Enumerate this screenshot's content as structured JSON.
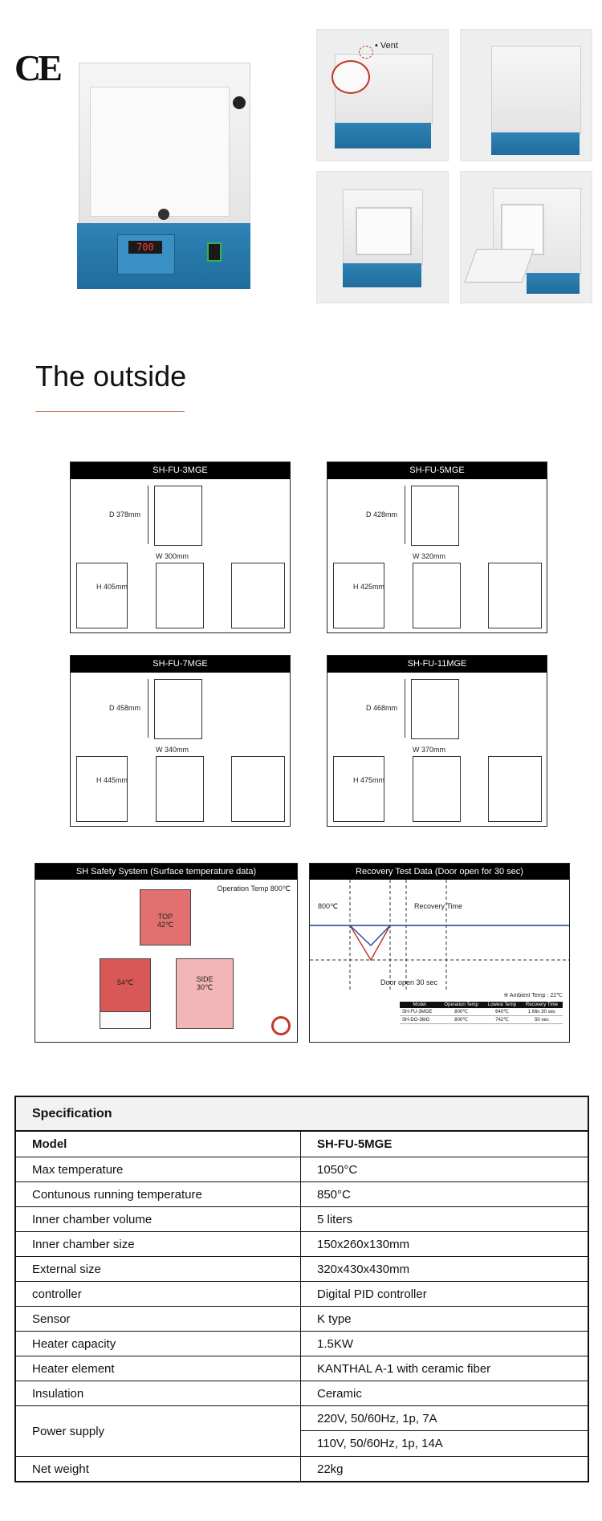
{
  "photos": {
    "ce_mark": "CE",
    "vent_label": "Vent",
    "display_reading": "700"
  },
  "section": {
    "title": "The outside"
  },
  "dimensions": [
    {
      "model": "SH-FU-3MGE",
      "depth": "D 378mm",
      "width": "W 300mm",
      "height": "H 405mm"
    },
    {
      "model": "SH-FU-5MGE",
      "depth": "D 428mm",
      "width": "W 320mm",
      "height": "H 425mm"
    },
    {
      "model": "SH-FU-7MGE",
      "depth": "D 458mm",
      "width": "W 340mm",
      "height": "H 445mm"
    },
    {
      "model": "SH-FU-11MGE",
      "depth": "D 468mm",
      "width": "W 370mm",
      "height": "H 475mm"
    }
  ],
  "safety": {
    "title": "SH Safety System (Surface temperature data)",
    "operation_temp": "Operation Temp 800℃",
    "top_label": "TOP",
    "top_value": "42℃",
    "front_value": "54℃",
    "side_label": "SIDE",
    "side_value": "30℃"
  },
  "recovery": {
    "title": "Recovery Test Data (Door open for 30 sec)",
    "level_label": "800℃",
    "recovery_time_label": "Recovery Time",
    "door_open_label": "Door open 30 sec",
    "ambient_label": "※ Ambient Temp : 22℃",
    "table_headers": [
      "Model",
      "Operation Temp",
      "Lowest Temp",
      "Recovery Time"
    ],
    "table_rows": [
      [
        "SH-FU-3MGE",
        "800℃",
        "640℃",
        "1 Min 30 sec"
      ],
      [
        "SH-DO-3MG",
        "800℃",
        "742℃",
        "50 sec"
      ]
    ],
    "colors": {
      "line": "#1c3d8f",
      "dip_red": "#c0392b",
      "dip_blue": "#2a4aa8"
    }
  },
  "spec": {
    "title": "Specification",
    "header": {
      "label": "Model",
      "value": "SH-FU-5MGE"
    },
    "rows": [
      {
        "label": "Max temperature",
        "value": "1050°C"
      },
      {
        "label": "Contunous running temperature",
        "value": "850°C"
      },
      {
        "label": "Inner chamber volume",
        "value": "5 liters"
      },
      {
        "label": "Inner chamber size",
        "value": "150x260x130mm"
      },
      {
        "label": "External size",
        "value": "320x430x430mm"
      },
      {
        "label": "controller",
        "value": "Digital PID controller"
      },
      {
        "label": "Sensor",
        "value": "K type"
      },
      {
        "label": "Heater capacity",
        "value": "1.5KW"
      },
      {
        "label": "Heater element",
        "value": "KANTHAL A-1 with ceramic fiber"
      },
      {
        "label": "Insulation",
        "value": "Ceramic"
      }
    ],
    "power": {
      "label": "Power supply",
      "values": [
        "220V, 50/60Hz, 1p, 7A",
        "110V, 50/60Hz, 1p, 14A"
      ]
    },
    "last": {
      "label": "Net weight",
      "value": "22kg"
    }
  }
}
